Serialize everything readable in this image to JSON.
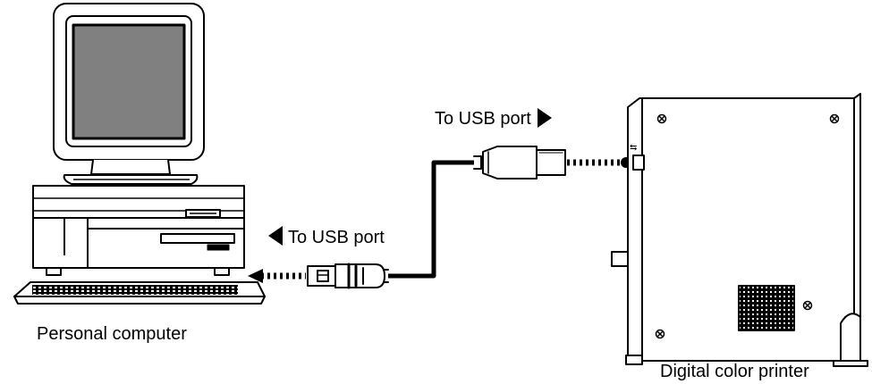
{
  "labels": {
    "personal_computer": "Personal computer",
    "digital_color_printer": "Digital color printer",
    "to_usb_port_printer": "To USB port",
    "to_usb_port_computer": "To USB port"
  },
  "colors": {
    "line": "#000000",
    "screen": "#808080",
    "background": "#ffffff"
  }
}
